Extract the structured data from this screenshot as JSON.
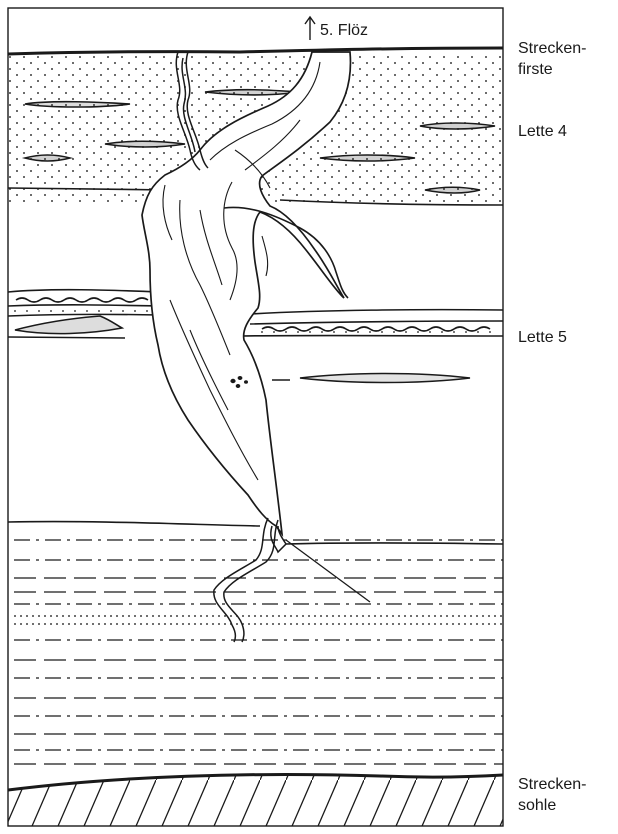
{
  "labels": {
    "top_marker": "5. Flöz",
    "roof_line1": "Strecken-",
    "roof_line2": "firste",
    "clay_4": "Lette 4",
    "clay_5": "Lette 5",
    "floor_line1": "Strecken-",
    "floor_line2": "sohle"
  },
  "colors": {
    "ink": "#1a1a1a",
    "paper": "#ffffff"
  },
  "icons": {
    "up_arrow": "up-arrow-icon"
  }
}
